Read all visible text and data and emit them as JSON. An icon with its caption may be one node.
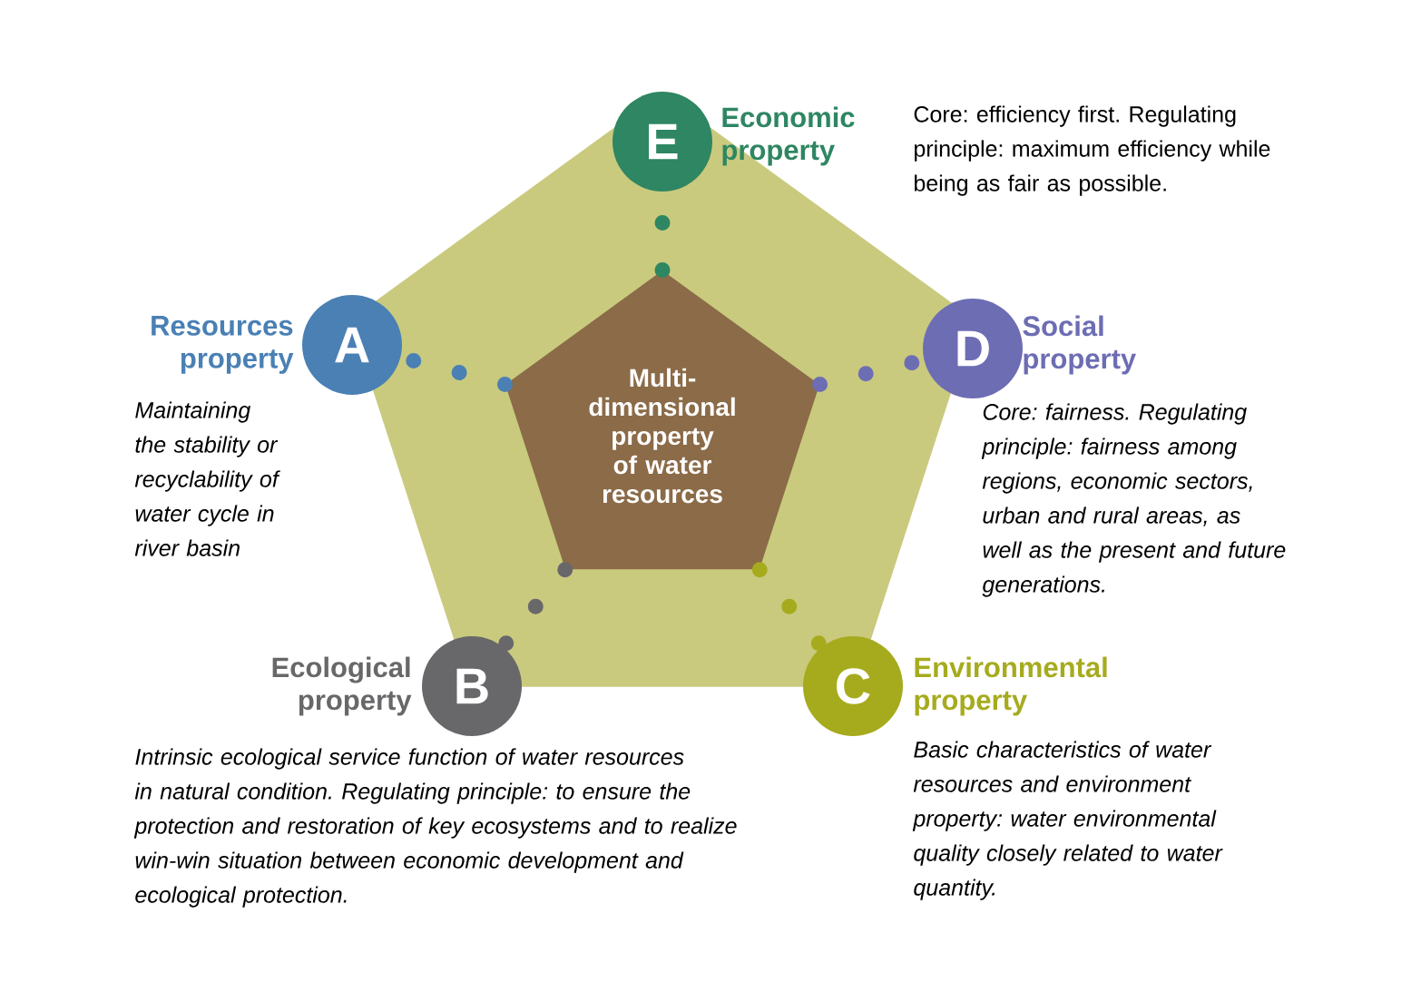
{
  "diagram": {
    "nodes": [
      {
        "text": [
          "Multi-dimensional property of water resources"
        ]
      },
      {
        "text": [
          "E",
          "Economic property"
        ]
      },
      {
        "text": [
          "Resources property",
          "A"
        ],
        "beside": [
          "Maintaining the stability or recyclability of water cycle in river basin"
        ]
      },
      {
        "text": [
          "D",
          "Social property"
        ],
        "beside": [
          "Core: fairness. Regulating principle: fairness among regions, economic sectors, urban and rural areas, as well as the present and future generations."
        ]
      },
      {
        "text": [
          "Ecological property",
          "B"
        ],
        "beside": [
          "Intrinsic ecological service function of water resources in natural condition. Regulating principle: to ensure the protection and restoration of key ecosystems and to realize win-win situation between economic development and ecological protection."
        ]
      },
      {
        "text": [
          "C",
          "Environmental property"
        ],
        "beside": [
          "Basic characteristics of water resources and environment property: water environmental quality closely related to water quantity."
        ]
      }
    ],
    "edges": [
      {
        "from": 0,
        "to": 1,
        "arrow": "none",
        "color": "#2e8662"
      },
      {
        "from": 0,
        "to": 2,
        "arrow": "none",
        "color": "#4a80b4"
      },
      {
        "from": 0,
        "to": 3,
        "arrow": "none",
        "color": "#6d6db4"
      },
      {
        "from": 0,
        "to": 4,
        "arrow": "none",
        "color": "#68686a"
      },
      {
        "from": 0,
        "to": 5,
        "arrow": "none",
        "color": "#a6ab1e"
      }
    ],
    "labels": [
      "Core: efficiency first. Regulating principle: maximum efficiency while being as fair as possible."
    ]
  }
}
